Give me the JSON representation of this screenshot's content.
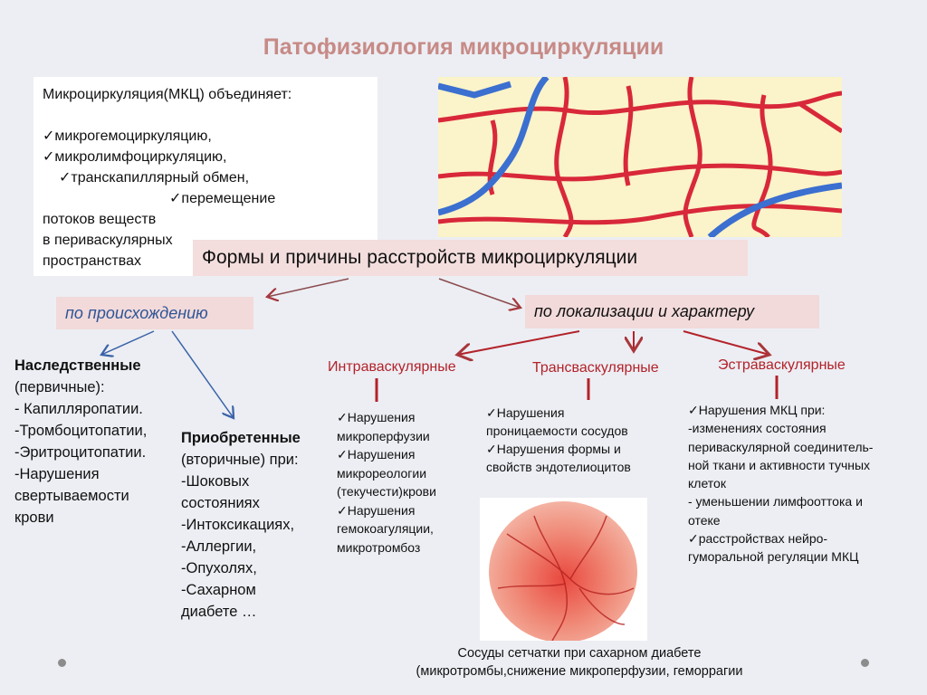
{
  "title": "Патофизиология микроциркуляции",
  "intro": {
    "lines": [
      "Микроциркуляция(МКЦ) объединяет:",
      "",
      "✓микрогемоциркуляцию,",
      "✓микролимфоциркуляцию,",
      "✓транскапиллярный обмен,",
      "✓перемещение",
      "потоков веществ",
      "в периваскулярных",
      "пространствах"
    ]
  },
  "banner": "Формы и причины расстройств микроциркуляции",
  "by_origin": {
    "label": "по происхождению",
    "hereditary": {
      "heading": "Наследственные",
      "lines": [
        "(первичные):",
        "- Капилляропатии.",
        "-Тромбоцитопатии,",
        "-Эритроцитопатии.",
        "-Нарушения",
        "свертываемости",
        "крови"
      ]
    },
    "acquired": {
      "heading": "Приобретенные",
      "lines": [
        "(вторичные) при:",
        "-Шоковых",
        "состояниях",
        "-Интоксикациях,",
        "-Аллергии,",
        "-Опухолях,",
        "-Сахарном",
        "диабете …"
      ]
    }
  },
  "by_location": {
    "label": "по локализации и характеру",
    "intravascular": {
      "heading": "Интраваскулярные",
      "lines": [
        "✓Нарушения",
        "микроперфузии",
        "✓Нарушения",
        "микрореологии",
        "(текучести)крови",
        "✓Нарушения",
        "гемокоагуляции,",
        "микротромбоз"
      ]
    },
    "transvascular": {
      "heading": "Трансваскулярные",
      "lines": [
        "✓Нарушения",
        "проницаемости сосудов",
        "✓Нарушения формы и",
        "свойств эндотелиоцитов"
      ]
    },
    "extravascular": {
      "heading": "Эстраваскулярные",
      "lines": [
        "✓Нарушения МКЦ при:",
        "-изменениях состояния",
        "периваскулярной соединитель-",
        "ной ткани и  активности тучных",
        "клеток",
        "- уменьшении лимфооттока и",
        "отеке",
        "✓расстройствах нейро-",
        "гуморальной регуляции МКЦ"
      ]
    }
  },
  "caption": [
    "Сосуды сетчатки при сахарном диабете",
    "(микротромбы,снижение микроперфузии, геморрагии"
  ],
  "colors": {
    "title": "#c78a86",
    "category": "#b3222a",
    "origin": "#2e5597",
    "arrow_blue": "#3a62a8",
    "arrow_red": "#a8363b"
  }
}
